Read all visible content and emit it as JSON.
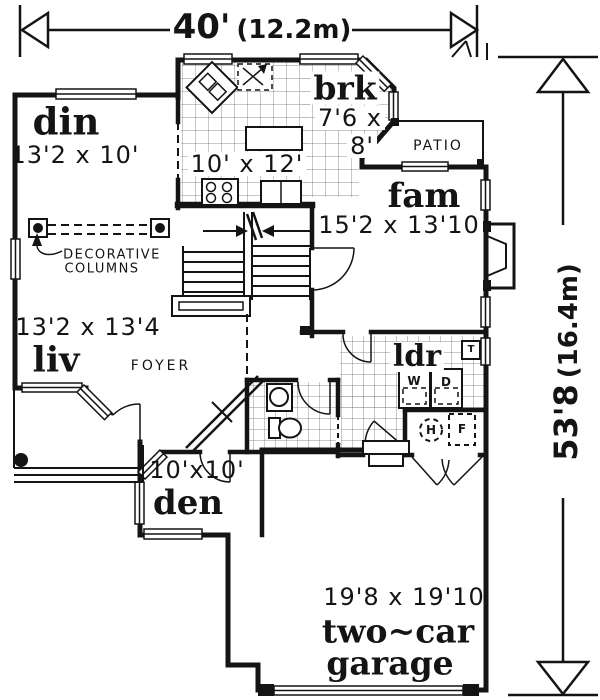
{
  "dimensions": {
    "width": {
      "imperial": "40'",
      "metric": "(12.2m)"
    },
    "height": {
      "imperial": "53'8",
      "metric": "(16.4m)"
    }
  },
  "rooms": {
    "dining": {
      "label": "din",
      "size": "13'2 x 10'"
    },
    "kitchen": {
      "size": "10' x 12'"
    },
    "breakfast": {
      "label": "brk",
      "size_line1": "7'6 x",
      "size_line2": "8'"
    },
    "family": {
      "label": "fam",
      "size": "15'2 x 13'10"
    },
    "patio": {
      "label": "PATIO"
    },
    "living": {
      "label": "liv",
      "size": "13'2 x 13'4"
    },
    "foyer": {
      "label": "FOYER"
    },
    "laundry": {
      "label": "ldr",
      "washer": "W",
      "dryer": "D",
      "tub": "T"
    },
    "utility": {
      "water_heater": "H",
      "furnace": "F"
    },
    "den": {
      "label": "den",
      "size": "10'x10'"
    },
    "garage": {
      "label_line1": "two~car",
      "label_line2": "garage",
      "size": "19'8 x 19'10"
    }
  },
  "annotations": {
    "decorative_columns_line1": "DECORATIVE",
    "decorative_columns_line2": "COLUMNS"
  },
  "colors": {
    "ink": "#141414",
    "paper": "#ffffff",
    "tile": "#6b6b6b"
  }
}
